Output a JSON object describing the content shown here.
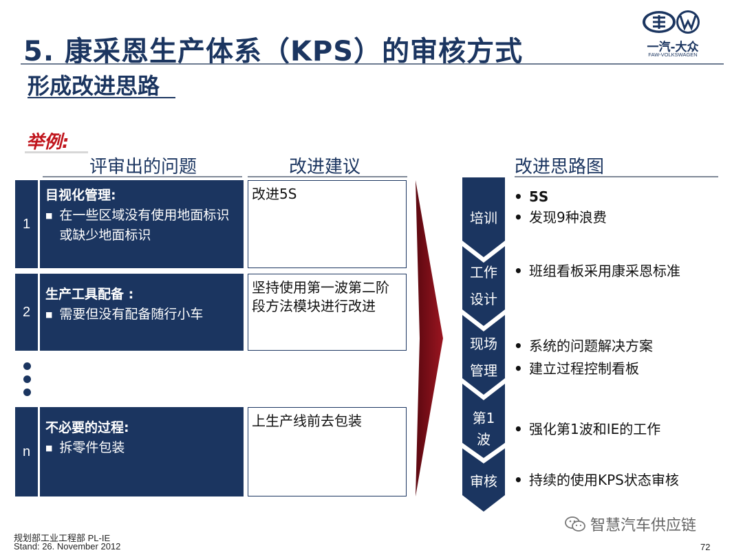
{
  "header": {
    "title": "5. 康采恩生产体系（KPS）的审核方式",
    "subtitle": "形成改进思路"
  },
  "logo": {
    "text": "一汽-大众",
    "sub": "FAW-VOLKSWAGEN"
  },
  "example_label": "举例:",
  "columns": {
    "issues": "评审出的问题",
    "suggestions": "改进建议",
    "mindmap": "改进思路图"
  },
  "rows": [
    {
      "num": "1",
      "heading": "目视化管理:",
      "bullet": "在一些区域没有使用地面标识或缺少地面标识",
      "suggestion": "改进5S"
    },
    {
      "num": "2",
      "heading": "生产工具配备 :",
      "bullet": "需要但没有配备随行小车",
      "suggestion": "坚持使用第一波第二阶段方法模块进行改进"
    },
    {
      "num": "n",
      "heading": "不必要的过程:",
      "bullet": "拆零件包装",
      "suggestion": "上生产线前去包装"
    }
  ],
  "steps": [
    {
      "label_l1": "培训",
      "label_l2": "",
      "bullets": [
        "5S",
        "发现9种浪费"
      ]
    },
    {
      "label_l1": "工作",
      "label_l2": "设计",
      "bullets": [
        "班组看板采用康采恩标准"
      ]
    },
    {
      "label_l1": "现场",
      "label_l2": "管理",
      "bullets": [
        "系统的问题解决方案",
        "建立过程控制看板"
      ]
    },
    {
      "label_l1": "第1",
      "label_l2": "波",
      "bullets": [
        "强化第1波和IE的工作"
      ]
    },
    {
      "label_l1": "审核",
      "label_l2": "",
      "bullets": [
        "持续的使用KPS状态审核"
      ]
    }
  ],
  "bullet_glyph": "•",
  "square_glyph": "■",
  "footer": {
    "line1": "规划部工业工程部 PL-IE",
    "line2": "Stand: 26.  November 2012",
    "page": "72"
  },
  "watermark": "智慧汽车供应链",
  "colors": {
    "navy": "#1b3560",
    "red": "#c0141c",
    "arrow_red": "#7a0c14"
  }
}
